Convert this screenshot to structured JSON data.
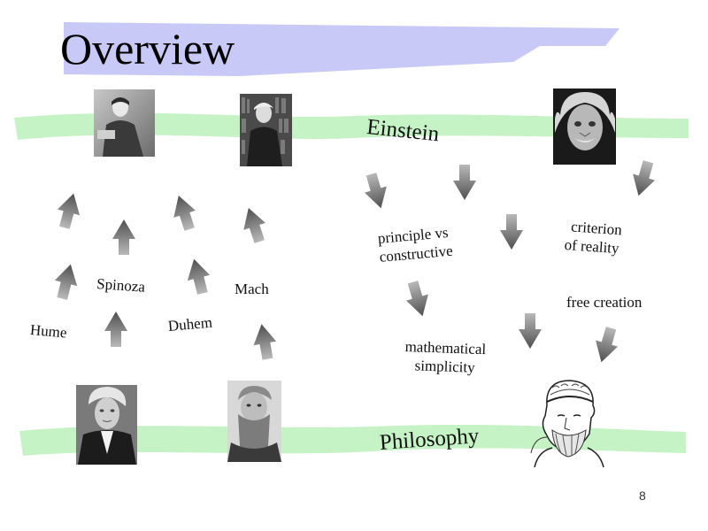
{
  "slide": {
    "title": "Overview",
    "page_number": "8",
    "band_top_label": "Einstein",
    "band_bottom_label": "Philosophy",
    "influences": {
      "hume": "Hume",
      "spinoza": "Spinoza",
      "duhem": "Duhem",
      "mach": "Mach"
    },
    "concepts": {
      "principle_line1": "principle vs",
      "principle_line2": "constructive",
      "criterion_line1": "criterion",
      "criterion_line2": "of reality",
      "free_creation": "free creation",
      "math_line1": "mathematical",
      "math_line2": "simplicity"
    },
    "colors": {
      "title_band": "#c9c9f7",
      "green_band": "#c5f3c5",
      "arrow_light": "#b3b3b3",
      "arrow_dark": "#555555"
    }
  }
}
